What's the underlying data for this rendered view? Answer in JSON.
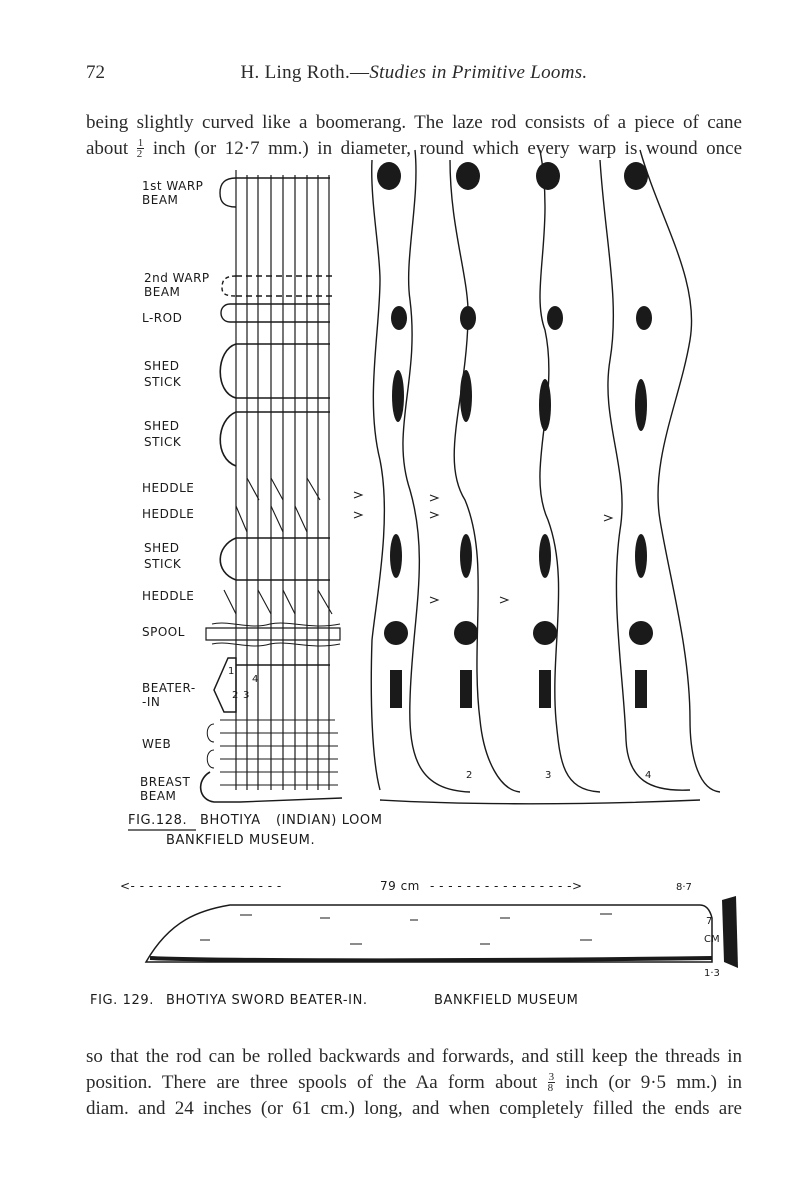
{
  "header": {
    "page_number": "72",
    "running_head_author": "H. Ling Roth.",
    "running_head_dash": "—",
    "running_head_title": "Studies in Primitive Looms."
  },
  "para1": {
    "line1": "being slightly curved like a boomerang. The laze rod consists of a piece of cane",
    "line2_a": "about",
    "line2_frac_num": "1",
    "line2_frac_den": "2",
    "line2_b": "inch (or 12·7 mm.) in diameter, round which every warp is wound once"
  },
  "fig128": {
    "labels": {
      "warp1": "1st WARP",
      "warp1b": "BEAM",
      "warp2": "2nd WARP",
      "warp2b": "BEAM",
      "lrod": "L-ROD",
      "shed1": "SHED",
      "shed1b": "STICK",
      "shed2": "SHED",
      "shed2b": "STICK",
      "heddle1": "HEDDLE",
      "heddle2": "HEDDLE",
      "shed3": "SHED",
      "shed3b": "STICK",
      "heddle3": "HEDDLE",
      "spool": "SPOOL",
      "beater": "BEATER-",
      "beaterb": "-IN",
      "web": "WEB",
      "breast": "BREAST",
      "breastb": "BEAM",
      "num1": "1",
      "num2": "2",
      "num3": "3",
      "num4": "4",
      "panel_num2": "2",
      "panel_num3": "3",
      "panel_num4": "4"
    },
    "caption_a": "FIG.128.",
    "caption_b": "BHOTIYA",
    "caption_c": "(INDIAN) LOOM",
    "caption_d": "BANKFIELD MUSEUM."
  },
  "fig129": {
    "measure": "79 cm",
    "measure_right": "8·7",
    "width_label": "7",
    "width_unit": "CM",
    "thick_label": "1·3",
    "caption_a": "FIG. 129.",
    "caption_b": "BHOTIYA SWORD BEATER-IN.",
    "caption_c": "BANKFIELD MUSEUM"
  },
  "para2": {
    "line1": "so that the rod can be rolled backwards and forwards, and still keep the threads in",
    "line2": "position. There are three spools of the Aa form about",
    "line2_frac_num": "3",
    "line2_frac_den": "8",
    "line2_b": "inch (or 9·5 mm.) in",
    "line3": "diam. and 24 inches (or 61 cm.) long, and when completely filled the ends are"
  }
}
